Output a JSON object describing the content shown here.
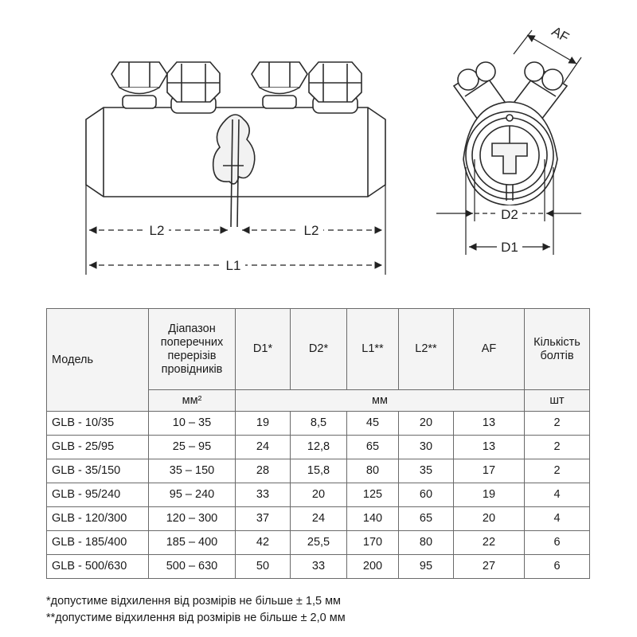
{
  "drawing": {
    "labels": {
      "l2_left": "L2",
      "l2_right": "L2",
      "l1": "L1",
      "d2": "D2",
      "d1": "D1",
      "af": "AF"
    }
  },
  "table": {
    "headers": {
      "model": "Модель",
      "range_lines": [
        "Діапазон",
        "поперечних",
        "перерізів",
        "провідників"
      ],
      "d1": "D1*",
      "d2": "D2*",
      "l1": "L1**",
      "l2": "L2**",
      "af": "AF",
      "bolts_lines": [
        "Кількість",
        "болтів"
      ]
    },
    "units": {
      "range": "мм²",
      "dims": "мм",
      "bolts": "шт"
    },
    "rows": [
      {
        "model": "GLB - 10/35",
        "range": "10 – 35",
        "d1": "19",
        "d2": "8,5",
        "l1": "45",
        "l2": "20",
        "af": "13",
        "bolts": "2"
      },
      {
        "model": "GLB - 25/95",
        "range": "25 – 95",
        "d1": "24",
        "d2": "12,8",
        "l1": "65",
        "l2": "30",
        "af": "13",
        "bolts": "2"
      },
      {
        "model": "GLB - 35/150",
        "range": "35 – 150",
        "d1": "28",
        "d2": "15,8",
        "l1": "80",
        "l2": "35",
        "af": "17",
        "bolts": "2"
      },
      {
        "model": "GLB - 95/240",
        "range": "95 – 240",
        "d1": "33",
        "d2": "20",
        "l1": "125",
        "l2": "60",
        "af": "19",
        "bolts": "4"
      },
      {
        "model": "GLB - 120/300",
        "range": "120 – 300",
        "d1": "37",
        "d2": "24",
        "l1": "140",
        "l2": "65",
        "af": "20",
        "bolts": "4"
      },
      {
        "model": "GLB - 185/400",
        "range": "185 – 400",
        "d1": "42",
        "d2": "25,5",
        "l1": "170",
        "l2": "80",
        "af": "22",
        "bolts": "6"
      },
      {
        "model": "GLB - 500/630",
        "range": "500 – 630",
        "d1": "50",
        "d2": "33",
        "l1": "200",
        "l2": "95",
        "af": "27",
        "bolts": "6"
      }
    ]
  },
  "notes": [
    "*допустиме відхилення від розмірів не більше ± 1,5 мм",
    "**допустиме відхилення від розмірів не більше ± 2,0 мм"
  ]
}
